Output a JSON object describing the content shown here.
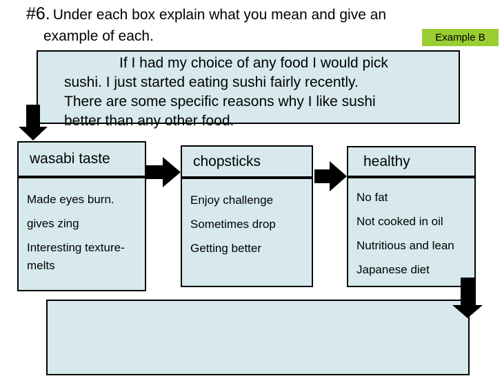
{
  "slide": {
    "title": {
      "number": "#6.",
      "line1": "Under each box explain what you mean and give an",
      "line2": "example of each."
    },
    "badge": {
      "label": "Example B"
    },
    "intro_box": {
      "text": "If I had my choice of any food I would pick\nsushi. I just started eating sushi fairly recently.\nThere are some specific reasons why I like sushi\nbetter than any other food."
    },
    "columns": [
      {
        "header": "wasabi taste",
        "items": [
          "Made eyes burn.",
          "gives zing",
          "Interesting texture-\nmelts"
        ]
      },
      {
        "header": "chopsticks",
        "items": [
          "Enjoy challenge",
          "Sometimes drop",
          "Getting better"
        ]
      },
      {
        "header": "healthy",
        "items": [
          "No fat",
          "Not cooked in oil",
          "Nutritious and lean",
          "Japanese diet"
        ]
      }
    ],
    "icons": {
      "arrow_from_intro": "down-arrow",
      "arrow_wasabi_to_chopsticks": "right-arrow",
      "arrow_chopsticks_to_healthy": "right-arrow",
      "arrow_to_summary": "down-arrow"
    },
    "colors": {
      "background": "#ffffff",
      "box_fill": "#d7e9ed",
      "border": "#000000",
      "badge_bg": "#9acd32",
      "arrow": "#000000",
      "text": "#000000"
    }
  }
}
